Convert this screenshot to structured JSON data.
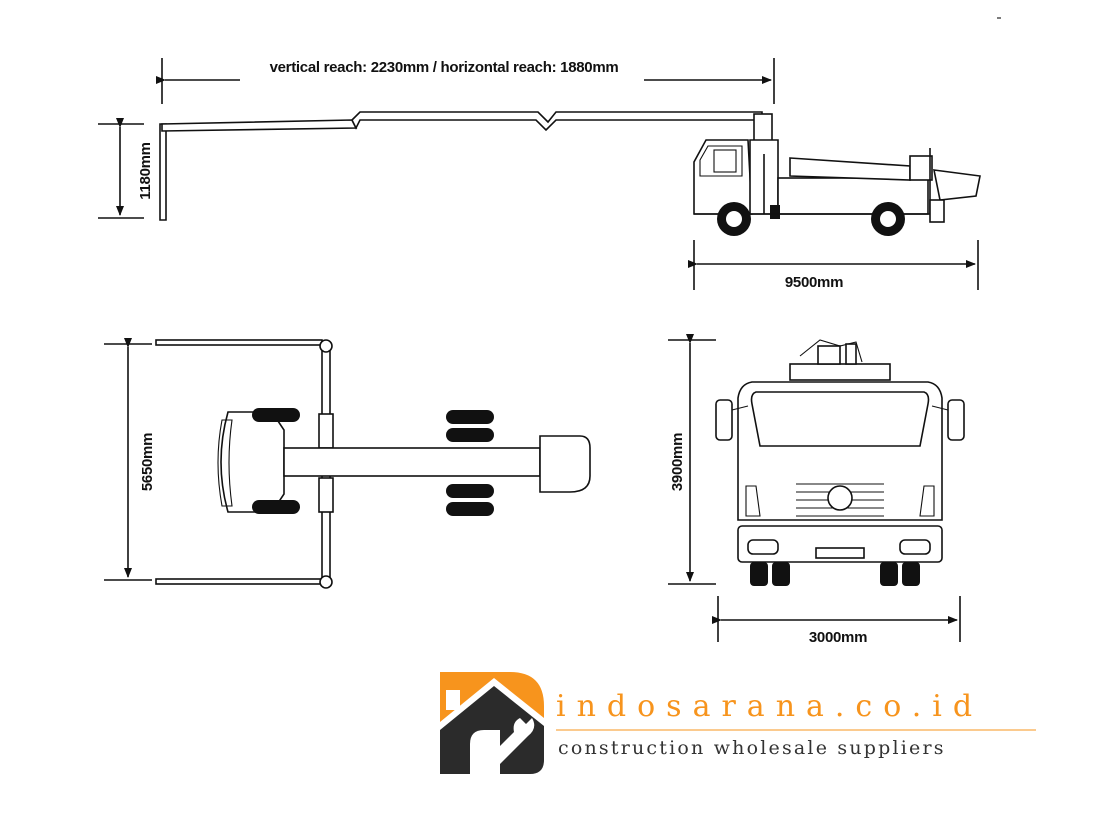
{
  "dimensions": {
    "reach": "vertical reach: 2230mm / horizontal reach: 1880mm",
    "boom_height": "1180mm",
    "truck_length": "9500mm",
    "outrigger_span": "5650mm",
    "truck_height": "3900mm",
    "truck_width": "3000mm"
  },
  "brand": {
    "name": "indosarana.co.id",
    "tagline": "construction wholesale suppliers",
    "logo_color": "#f7941d",
    "logo_dark": "#2b2b2b"
  }
}
